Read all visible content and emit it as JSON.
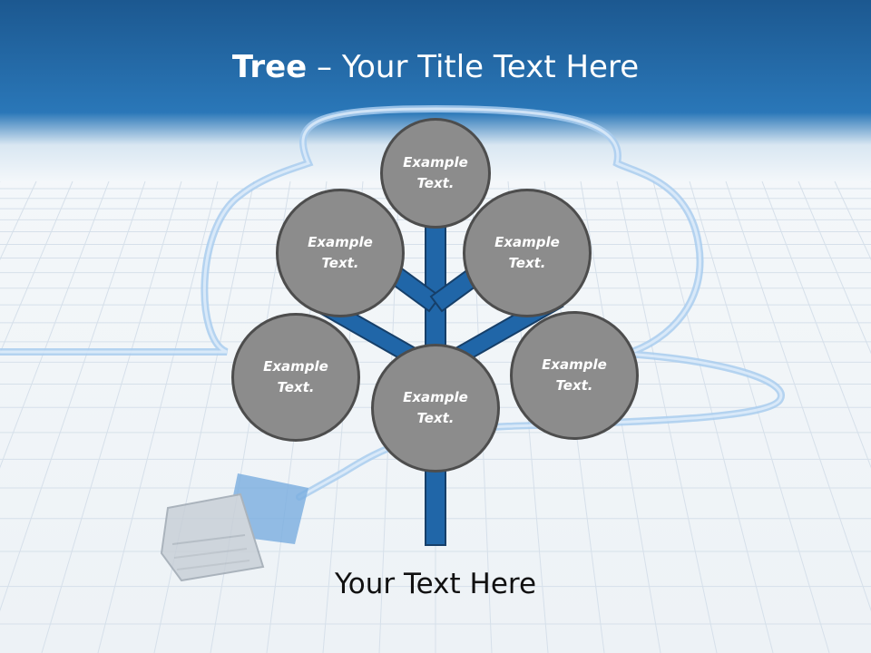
{
  "title": {
    "bold": "Tree",
    "dash": " – ",
    "rest": "Your Title Text Here"
  },
  "nodes": [
    {
      "line1": "Example",
      "line2": "Text."
    },
    {
      "line1": "Example",
      "line2": "Text."
    },
    {
      "line1": "Example",
      "line2": "Text."
    },
    {
      "line1": "Example",
      "line2": "Text."
    },
    {
      "line1": "Example",
      "line2": "Text."
    },
    {
      "line1": "Example",
      "line2": "Text."
    }
  ],
  "caption": "Your Text Here",
  "colors": {
    "header": "#1f5f99",
    "branch": "#2066a8",
    "node_fill": "#8c8c8c",
    "node_border": "#4d4d4d",
    "cable": "#8bb8e6"
  }
}
